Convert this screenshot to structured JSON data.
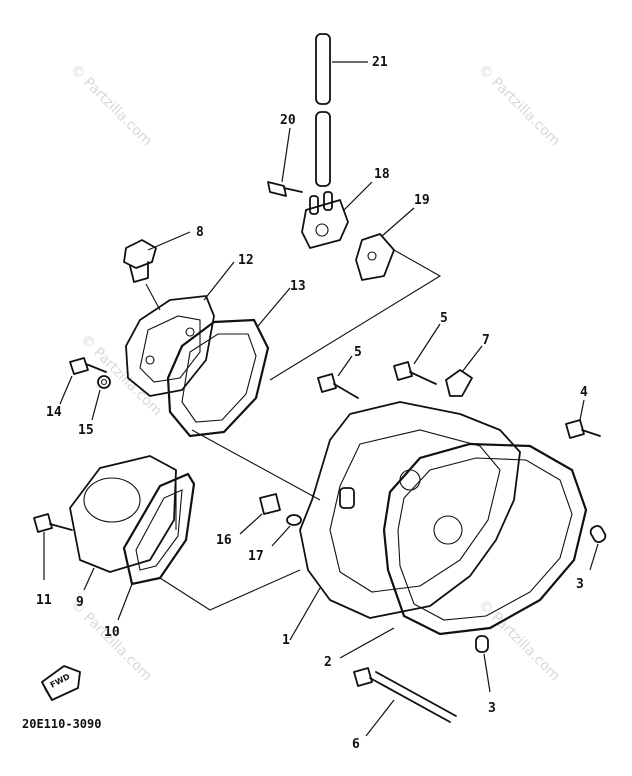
{
  "diagram": {
    "drawing_code": "20E110-3090",
    "fwd_label": "FWD",
    "watermark": "© Partzilla.com",
    "callouts": {
      "c21": "21",
      "c20": "20",
      "c18": "18",
      "c19": "19",
      "c8": "8",
      "c12": "12",
      "c13": "13",
      "c5a": "5",
      "c5b": "5",
      "c7": "7",
      "c4": "4",
      "c14": "14",
      "c15": "15",
      "c16": "16",
      "c17": "17",
      "c11": "11",
      "c9": "9",
      "c10": "10",
      "c1": "1",
      "c2": "2",
      "c3a": "3",
      "c3b": "3",
      "c6": "6"
    }
  }
}
